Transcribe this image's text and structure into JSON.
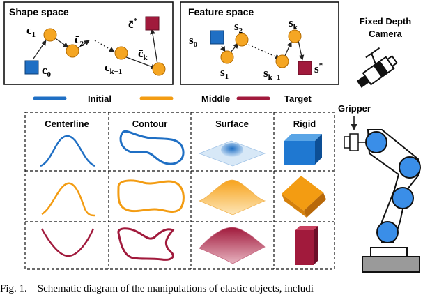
{
  "shape_space": {
    "title": "Shape space",
    "labels": {
      "c1": "c",
      "c1_sub": "1",
      "c2": "c̄",
      "c2_sub": "2",
      "c0": "c",
      "c0_sub": "0",
      "ck1": "c",
      "ck1_sub": "k−1",
      "ck": "c̄",
      "ck_sub": "k",
      "cstar": "c̄",
      "cstar_sup": "*"
    }
  },
  "feature_space": {
    "title": "Feature space",
    "labels": {
      "s0": "s",
      "s0_sub": "0",
      "s1": "s",
      "s1_sub": "1",
      "s2": "s",
      "s2_sub": "2",
      "sk1": "s",
      "sk1_sub": "k−1",
      "sk": "s",
      "sk_sub": "k",
      "sstar": "s",
      "sstar_sup": "*"
    }
  },
  "camera": {
    "label_line1": "Fixed Depth",
    "label_line2": "Camera"
  },
  "gripper": {
    "label": "Gripper"
  },
  "legend": [
    {
      "label": "Initial",
      "color": "#1f6fc4"
    },
    {
      "label": "Middle",
      "color": "#f39c12"
    },
    {
      "label": "Target",
      "color": "#a11a3c"
    }
  ],
  "grid": {
    "columns": [
      "Centerline",
      "Contour",
      "Surface",
      "Rigid"
    ]
  },
  "colors": {
    "initial": "#1f6fc4",
    "middle": "#f39c12",
    "target": "#a11a3c",
    "node": "#f5a623"
  },
  "caption": "Fig. 1.    Schematic diagram of the manipulations of elastic objects, includi"
}
